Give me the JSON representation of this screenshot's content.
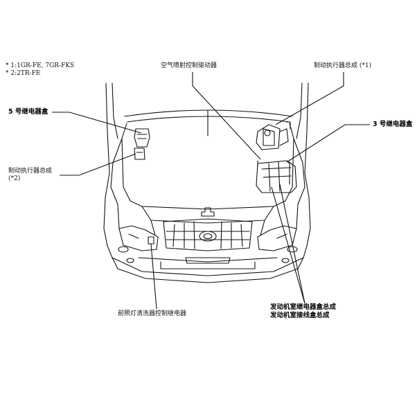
{
  "notes": {
    "note1": "* 1:1GR-FE,  7GR-FKS",
    "note2": "* 2:2TR-FE"
  },
  "labels": {
    "air_injection_driver": "空气喷射控制驱动器",
    "brake_actuator_1": "制动执行器总成 (*1)",
    "relay_box_5": "5 号继电器盒",
    "relay_box_3": "3 号继电器盒",
    "brake_actuator_2_line1": "制动执行器总成",
    "brake_actuator_2_line2": "(*2)",
    "headlamp_cleaner_relay": "前照灯清洗器控制继电器",
    "engine_room_relay_block": "发动机室继电器盒总成",
    "engine_room_junction_block": "发动机室接线盒总成"
  }
}
